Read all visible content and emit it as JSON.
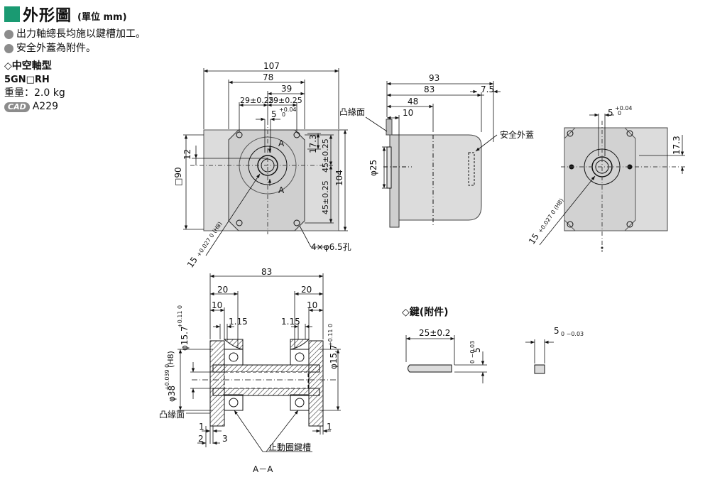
{
  "header": {
    "title": "外形圖",
    "unit": "(單位 mm)"
  },
  "notes": [
    "出力軸總長均施以鍵槽加工。",
    "安全外蓋為附件。"
  ],
  "spec": {
    "type": "◇中空軸型",
    "model": "5GN□RH",
    "weight": "重量：2.0 kg",
    "cad_badge": "CAD",
    "cad_code": "A229"
  },
  "front_view": {
    "dim_107": "107",
    "dim_78": "78",
    "dim_39": "39",
    "dim_29a": "29±0.25",
    "dim_29b": "29±0.25",
    "dim_5": "5",
    "dim_5_tol_up": "+0.04",
    "dim_5_tol_dn": "0",
    "dim_12": "12",
    "dim_90": "□90",
    "dim_17_3": "17.3",
    "dim_45a": "45±0.25",
    "dim_45b": "45±0.25",
    "dim_104": "104",
    "section_a": "A",
    "bore": "15",
    "bore_tol": "+0.027 0 (H8)",
    "holes": "4×φ6.5孔"
  },
  "side_view": {
    "dim_93": "93",
    "dim_83": "83",
    "dim_7_5": "7.5",
    "dim_48": "48",
    "dim_10": "10",
    "flange": "凸緣面",
    "cover": "安全外蓋",
    "pilot": "φ25"
  },
  "rear_view": {
    "dim_5": "5",
    "dim_5_tol_up": "+0.04",
    "dim_5_tol_dn": "0",
    "dim_17_3": "17.3",
    "bore": "15",
    "bore_tol": "+0.027 0 (H8)"
  },
  "section_view": {
    "dim_83": "83",
    "dim_20a": "20",
    "dim_20b": "20",
    "dim_10a": "10",
    "dim_10b": "10",
    "dim_1_15a": "1.15",
    "dim_1_15b": "1.15",
    "dim_phi15_7a": "φ15.7",
    "dim_phi15_7a_tol": "+0.11 0",
    "dim_phi15_7b": "φ15.7",
    "dim_phi15_7b_tol": "+0.11 0",
    "dim_phi38": "φ38",
    "dim_phi38_tol": "+0.039 0",
    "dim_phi38_fit": "(H8)",
    "flange": "凸緣面",
    "dim_1a": "1",
    "dim_1b": "1",
    "dim_2": "2",
    "dim_3": "3",
    "groove": "止動圈鍵槽",
    "caption": "A－A"
  },
  "key": {
    "title": "◇鍵(附件)",
    "length": "25±0.2",
    "width_a": "5",
    "width_a_tol": "0 −0.03",
    "width_b": "5",
    "width_b_tol": "0 −0.03"
  }
}
